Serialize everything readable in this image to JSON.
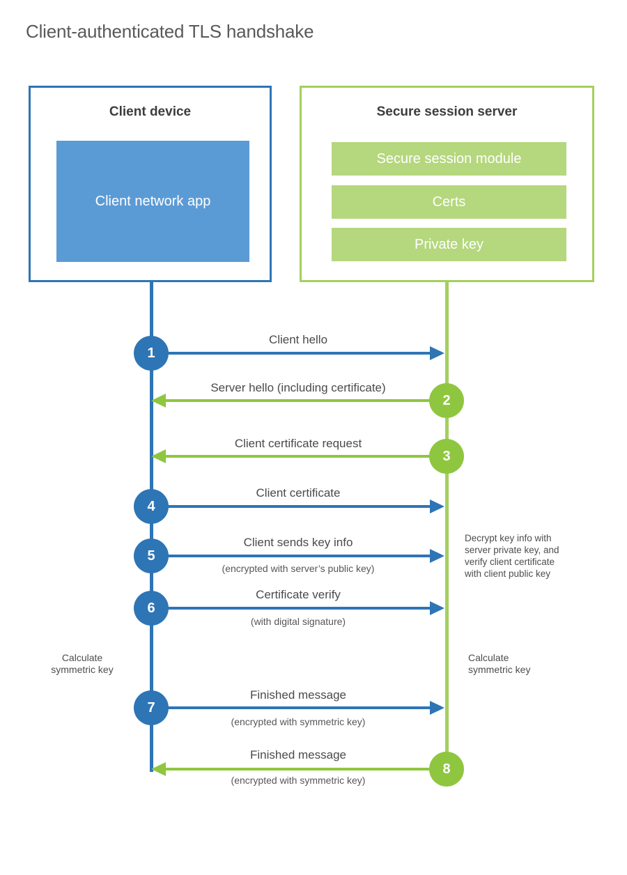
{
  "title": "Client-authenticated TLS handshake",
  "colors": {
    "blue": "#2e75b6",
    "blue-fill": "#5b9bd5",
    "green": "#8fc640",
    "green-line": "#a4cf5e",
    "green-bar": "#b5d77d"
  },
  "client_box": {
    "title": "Client device",
    "app_label": "Client network app"
  },
  "server_box": {
    "title": "Secure session server",
    "modules": [
      "Secure session module",
      "Certs",
      "Private key"
    ]
  },
  "steps": [
    {
      "num": "1",
      "label": "Client hello",
      "from": "client",
      "to": "server"
    },
    {
      "num": "2",
      "label": "Server hello (including certificate)",
      "from": "server",
      "to": "client"
    },
    {
      "num": "3",
      "label": "Client certificate request",
      "from": "server",
      "to": "client"
    },
    {
      "num": "4",
      "label": "Client certificate",
      "from": "client",
      "to": "server"
    },
    {
      "num": "5",
      "label": "Client sends key info",
      "sub": "(encrypted with server’s public key)",
      "from": "client",
      "to": "server"
    },
    {
      "num": "6",
      "label": "Certificate verify",
      "sub": "(with digital signature)",
      "from": "client",
      "to": "server"
    },
    {
      "num": "7",
      "label": "Finished message",
      "sub": "(encrypted with symmetric key)",
      "from": "client",
      "to": "server"
    },
    {
      "num": "8",
      "label": "Finished message",
      "sub": "(encrypted with symmetric key)",
      "from": "server",
      "to": "client"
    }
  ],
  "annotations": {
    "decrypt_note": "Decrypt key info with server private key, and verify client certificate with client public key",
    "calc_left": "Calculate symmetric key",
    "calc_right": "Calculate symmetric key"
  }
}
